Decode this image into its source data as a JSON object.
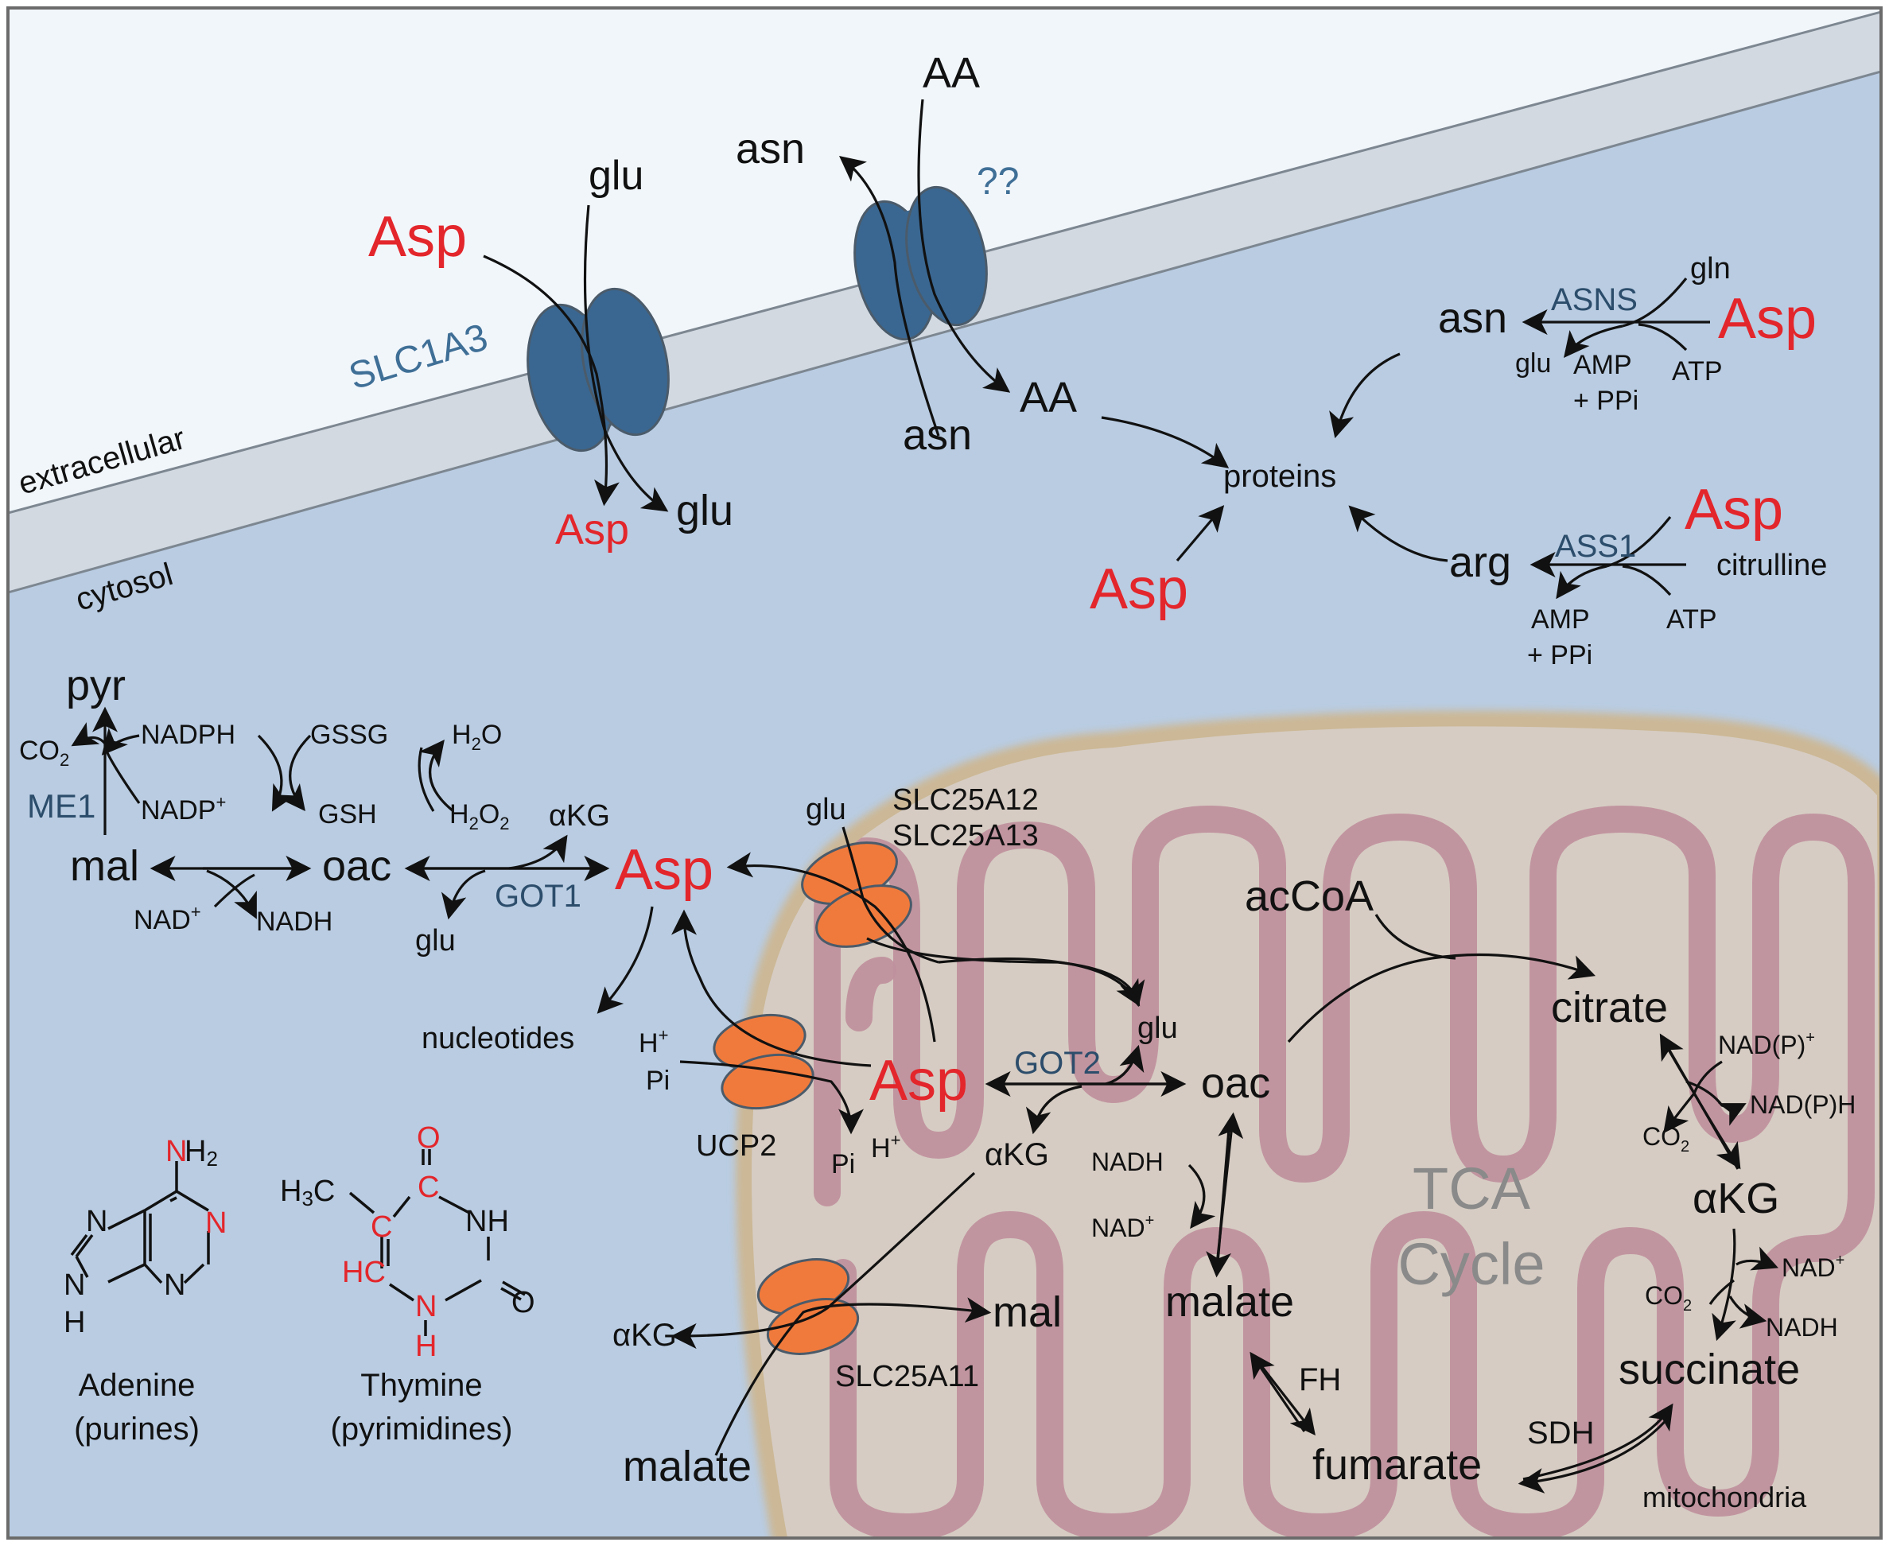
{
  "regions": {
    "extracellular": "extracellular",
    "cytosol": "cytosol",
    "mitochondria": "mitochondria"
  },
  "colors": {
    "red": "#e3262b",
    "membrane_protein": "#3a6791",
    "mito_transporter": "#f07a3c",
    "extracellular_bg": "#f1f6fb",
    "cytosol_bg": "#b9cce2",
    "mito_bg": "#d6ccc3",
    "cristae": "#bf8f9c"
  },
  "transporters": {
    "slc1a3": "SLC1A3",
    "unknown": "??",
    "slc25a12": "SLC25A12",
    "slc25a13": "SLC25A13",
    "ucp2": "UCP2",
    "slc25a11": "SLC25A11"
  },
  "enzymes": {
    "asns": "ASNS",
    "ass1": "ASS1",
    "me1": "ME1",
    "got1": "GOT1",
    "got2": "GOT2",
    "fh": "FH",
    "sdh": "SDH"
  },
  "labels": {
    "asp_ext": "Asp",
    "glu_ext": "glu",
    "asp_in": "Asp",
    "glu_in": "glu",
    "aa_ext": "AA",
    "asn_ext": "asn",
    "aa_in": "AA",
    "asn_in": "asn",
    "proteins": "proteins",
    "asp_proteins": "Asp",
    "asn_syn": "asn",
    "gln": "gln",
    "asp_asns": "Asp",
    "glu_asns": "glu",
    "amp_asns": "AMP",
    "ppi_asns": "+ PPi",
    "atp_asns": "ATP",
    "arg": "arg",
    "asp_ass1": "Asp",
    "citrulline": "citrulline",
    "amp_ass1": "AMP",
    "ppi_ass1": "+ PPi",
    "atp_ass1": "ATP",
    "pyr": "pyr",
    "co2_me1": "CO",
    "co2_me1_sub": "2",
    "nadph": "NADPH",
    "nadp": "NADP",
    "nadp_sup": "+",
    "gssg": "GSSG",
    "gsh": "GSH",
    "h2o": "H",
    "h2o_sub": "2",
    "h2o_tail": "O",
    "h2o2": "H",
    "h2o2_sub1": "2",
    "h2o2_mid": "O",
    "h2o2_sub2": "2",
    "mal_cyto": "mal",
    "oac_cyto": "oac",
    "nad_cyto": "NAD",
    "nad_cyto_sup": "+",
    "nadh_cyto": "NADH",
    "akg_cyto": "αKG",
    "glu_got1": "glu",
    "asp_central": "Asp",
    "nucleotides": "nucleotides",
    "glu_slc25": "glu",
    "glu_mito": "glu",
    "h_plus_left": "H",
    "h_plus_left_sup": "+",
    "pi_left": "Pi",
    "asp_mito": "Asp",
    "pi_right": "Pi",
    "h_plus_right": "H",
    "h_plus_right_sup": "+",
    "oac_mito": "oac",
    "akg_mito": "αKG",
    "acCoA": "acCoA",
    "citrate": "citrate",
    "nadp_tca": "NAD(P)",
    "nadp_tca_sup": "+",
    "nadph_tca": "NAD(P)H",
    "co2_tca1": "CO",
    "co2_tca1_sub": "2",
    "akg_tca": "αKG",
    "nad_tca": "NAD",
    "nad_tca_sup": "+",
    "co2_tca2": "CO",
    "co2_tca2_sub": "2",
    "nadh_tca": "NADH",
    "succinate": "succinate",
    "fumarate": "fumarate",
    "malate_mito": "malate",
    "nadh_mito": "NADH",
    "nad_mito": "NAD",
    "nad_mito_sup": "+",
    "tca_line1": "TCA",
    "tca_line2": "Cycle",
    "akg_antiport": "αKG",
    "mal_antiport": "mal",
    "malate_antiport": "malate"
  },
  "structures": {
    "adenine_name": "Adenine",
    "adenine_class": "(purines)",
    "thymine_name": "Thymine",
    "thymine_class": "(pyrimidines)",
    "adenine_atoms": {
      "n_top": "N",
      "h2": "H",
      "h2_sub": "2",
      "n_right": "N",
      "n_bottom": "N",
      "n_left_top": "N",
      "n_left_bottom": "N",
      "h_bottom": "H"
    },
    "thymine_atoms": {
      "o_top": "O",
      "c_top": "C",
      "h3c": "H",
      "h3c_sub": "3",
      "h3c_tail": "C",
      "c_left": "C",
      "nh_right": "NH",
      "hc": "HC",
      "o_right": "O",
      "n_bottom": "N",
      "h_bottom": "H"
    }
  }
}
